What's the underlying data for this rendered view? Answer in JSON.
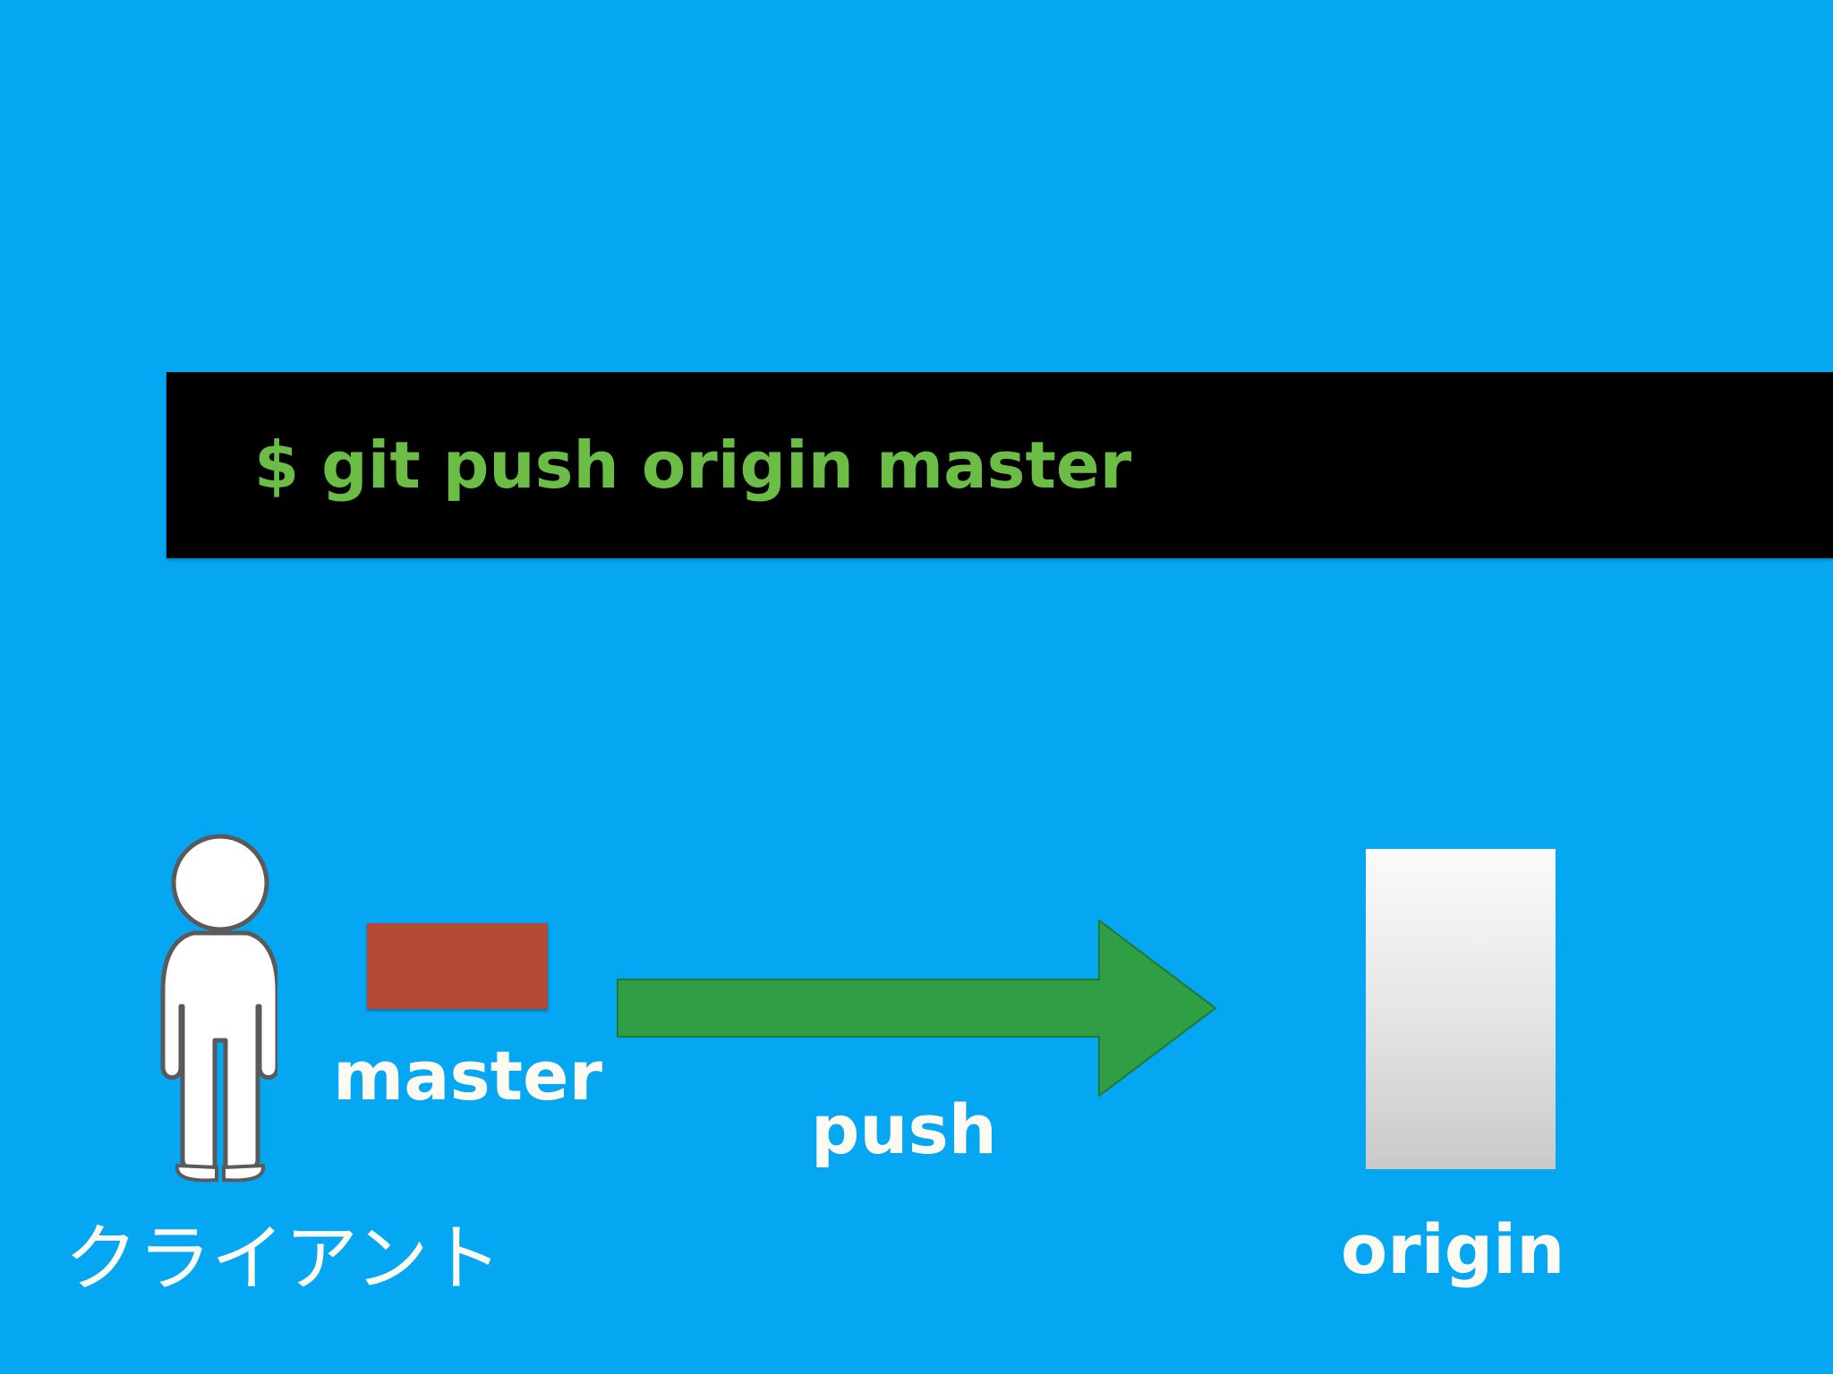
{
  "command": {
    "text": "$ git push origin master"
  },
  "client": {
    "label": "クライアント",
    "branch_label": "master"
  },
  "action": {
    "label": "push"
  },
  "remote": {
    "label": "origin"
  },
  "colors": {
    "background": "#05a6f2",
    "command_bar": "#000000",
    "command_text": "#6bbd45",
    "branch_box": "#b44b36",
    "arrow": "#2f9e44",
    "label_text": "#fdfbf1"
  },
  "icons": {
    "person": "person-figure-icon",
    "arrow": "right-arrow-icon",
    "server": "server-block"
  }
}
